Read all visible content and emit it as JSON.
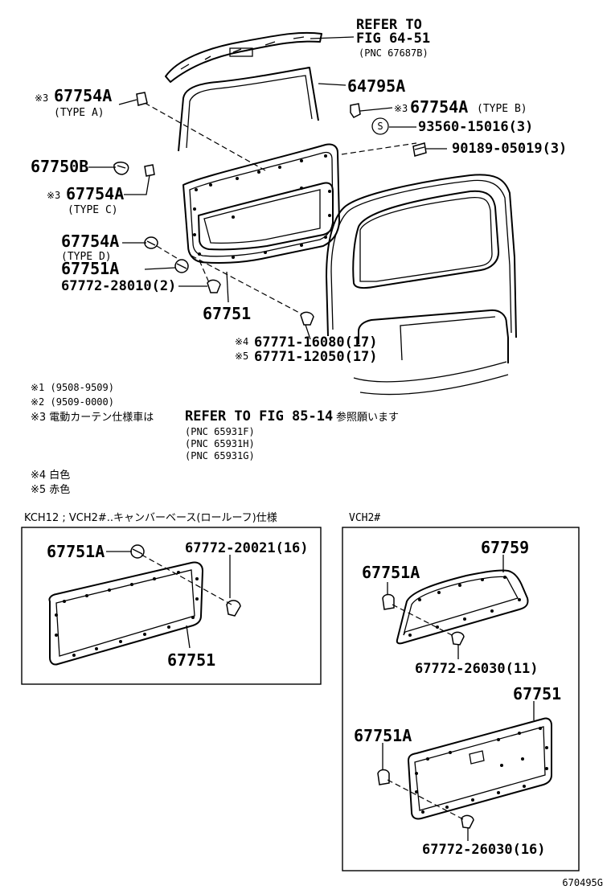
{
  "main": {
    "refer_top": [
      "REFER TO",
      "FIG 64-51",
      "(PNC 67687B)"
    ],
    "part_64795A": "64795A",
    "left": {
      "a_mark": "※3",
      "a_num": "67754A",
      "a_type": "(TYPE A)",
      "n67750B": "67750B",
      "c_mark": "※3",
      "c_num": "67754A",
      "c_type": "(TYPE C)",
      "d_num": "67754A",
      "d_type": "(TYPE D)",
      "n67751A": "67751A",
      "n67772_28010": "67772-28010(2)",
      "n67751": "67751"
    },
    "right": {
      "b_mark": "※3",
      "b_num": "67754A",
      "b_type": "(TYPE B)",
      "s_symbol": "S",
      "n93560": "93560-15016(3)",
      "n90189": "90189-05019(3)"
    },
    "bottom": {
      "mark4": "※4",
      "n16080": "67771-16080(17)",
      "mark5": "※5",
      "n12050": "67771-12050(17)"
    }
  },
  "notes": {
    "n1": "※1 (9508-9509)",
    "n2": "※2 (9509-0000)",
    "n3_jp": "※3 電動カーテン仕様車は",
    "n3_ref": "REFER TO FIG 85-14",
    "n3_tail": "参照願います",
    "pnc": [
      "(PNC 65931F)",
      "(PNC 65931H)",
      "(PNC 65931G)"
    ],
    "n4": "※4 白色",
    "n5": "※5 赤色"
  },
  "box_left": {
    "caption": "KCH12 ; VCH2#..キャンバーベース(ロールーフ)仕様",
    "n67751A": "67751A",
    "n20021": "67772-20021(16)",
    "n67751": "67751"
  },
  "box_right": {
    "caption": "VCH2#",
    "n67759": "67759",
    "n67751A_top": "67751A",
    "n26030_11": "67772-26030(11)",
    "n67751": "67751",
    "n67751A_bot": "67751A",
    "n26030_16": "67772-26030(16)"
  },
  "footer": {
    "id": "670495G"
  }
}
